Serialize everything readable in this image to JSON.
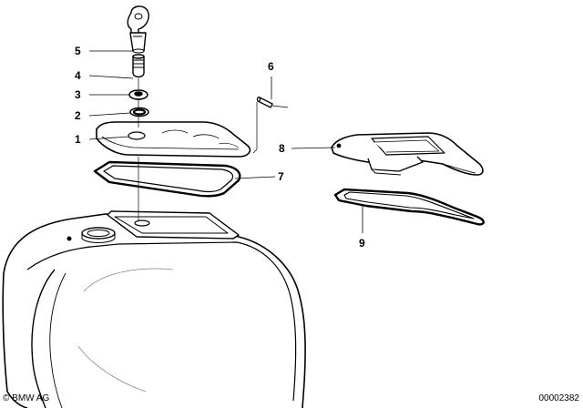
{
  "parts": [
    {
      "id": "part-1",
      "label": "1"
    },
    {
      "id": "part-2",
      "label": "2"
    },
    {
      "id": "part-3",
      "label": "3"
    },
    {
      "id": "part-4",
      "label": "4"
    },
    {
      "id": "part-5",
      "label": "5"
    },
    {
      "id": "part-6",
      "label": "6"
    },
    {
      "id": "part-7",
      "label": "7"
    },
    {
      "id": "part-8",
      "label": "8"
    },
    {
      "id": "part-9",
      "label": "9"
    }
  ],
  "footer": {
    "copyright": "© BMW AG",
    "document_number": "00002382"
  }
}
